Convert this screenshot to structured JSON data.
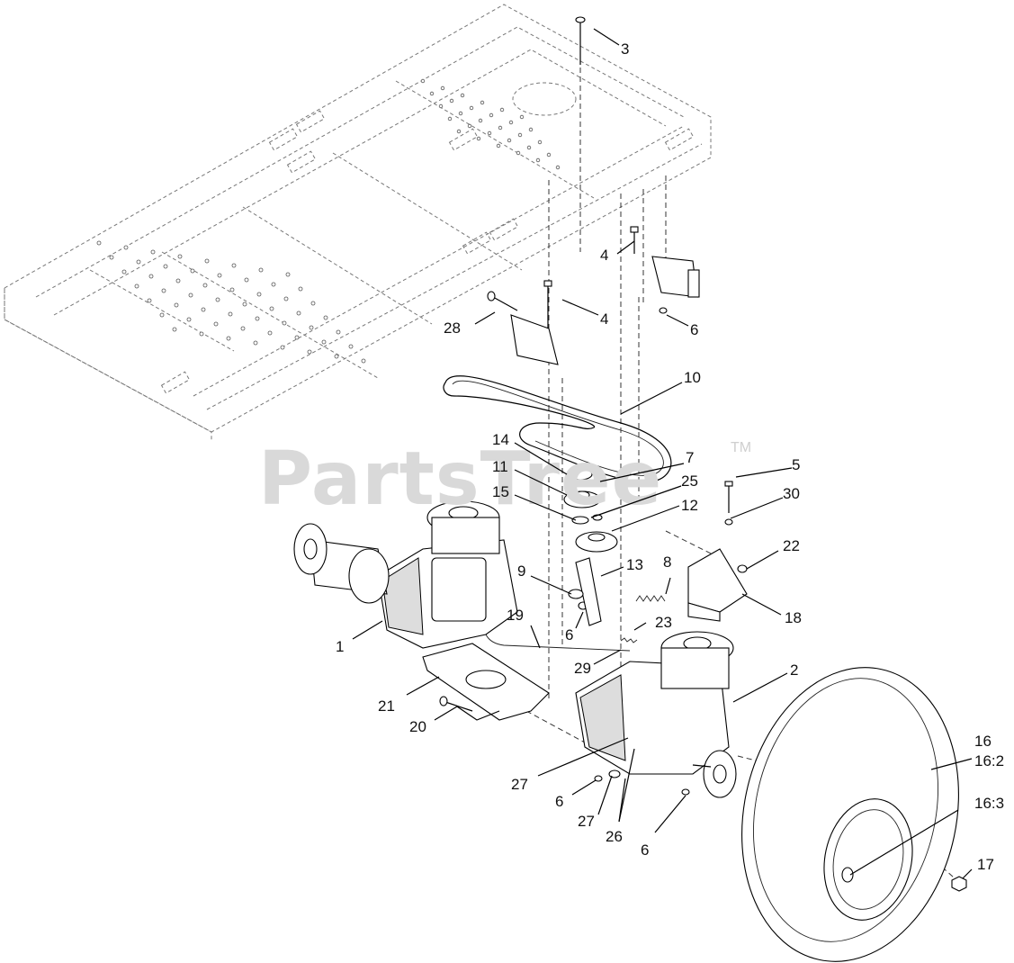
{
  "watermark": {
    "text": "PartsTree",
    "trademark": "TM"
  },
  "callouts": [
    {
      "id": "c3",
      "text": "3"
    },
    {
      "id": "c4a",
      "text": "4"
    },
    {
      "id": "c4b",
      "text": "4"
    },
    {
      "id": "c6a",
      "text": "6"
    },
    {
      "id": "c28",
      "text": "28"
    },
    {
      "id": "c10",
      "text": "10"
    },
    {
      "id": "c14",
      "text": "14"
    },
    {
      "id": "c7",
      "text": "7"
    },
    {
      "id": "c11",
      "text": "11"
    },
    {
      "id": "c25",
      "text": "25"
    },
    {
      "id": "c15",
      "text": "15"
    },
    {
      "id": "c12",
      "text": "12"
    },
    {
      "id": "c5",
      "text": "5"
    },
    {
      "id": "c30",
      "text": "30"
    },
    {
      "id": "c22",
      "text": "22"
    },
    {
      "id": "c9",
      "text": "9"
    },
    {
      "id": "c13",
      "text": "13"
    },
    {
      "id": "c8",
      "text": "8"
    },
    {
      "id": "c18",
      "text": "18"
    },
    {
      "id": "c6b",
      "text": "6"
    },
    {
      "id": "c19",
      "text": "19"
    },
    {
      "id": "c23",
      "text": "23"
    },
    {
      "id": "c1",
      "text": "1"
    },
    {
      "id": "c29",
      "text": "29"
    },
    {
      "id": "c2",
      "text": "2"
    },
    {
      "id": "c21",
      "text": "21"
    },
    {
      "id": "c20",
      "text": "20"
    },
    {
      "id": "c16",
      "text": "16"
    },
    {
      "id": "c16_2",
      "text": "16:2"
    },
    {
      "id": "c16_3",
      "text": "16:3"
    },
    {
      "id": "c27a",
      "text": "27"
    },
    {
      "id": "c6c",
      "text": "6"
    },
    {
      "id": "c27b",
      "text": "27"
    },
    {
      "id": "c26",
      "text": "26"
    },
    {
      "id": "c6d",
      "text": "6"
    },
    {
      "id": "c17",
      "text": "17"
    }
  ]
}
